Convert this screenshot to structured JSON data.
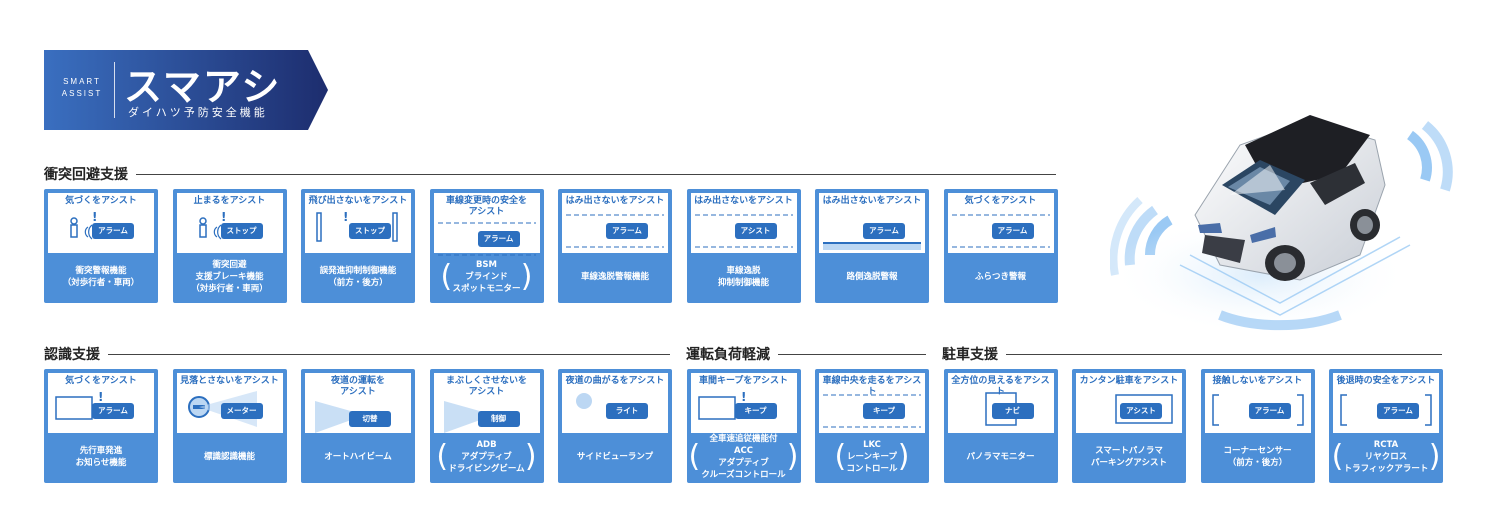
{
  "banner": {
    "smart_line1": "SMART",
    "smart_line2": "ASSIST",
    "title": "スマアシ",
    "subtitle": "ダイハツ予防安全機能"
  },
  "sections": {
    "collision": "衝突回避支援",
    "recognition": "認識支援",
    "driving": "運転負荷軽減",
    "parking": "駐車支援"
  },
  "cards_row1": [
    {
      "head": "気づくをアシスト",
      "tag": "アラーム",
      "lines": [
        "衝突警報機能",
        "（対歩行者・車両）"
      ]
    },
    {
      "head": "止まるをアシスト",
      "tag": "ストップ",
      "lines": [
        "衝突回避",
        "支援ブレーキ機能",
        "（対歩行者・車両）"
      ]
    },
    {
      "head": "飛び出さないをアシスト",
      "tag": "ストップ",
      "lines": [
        "誤発進抑制制御機能",
        "（前方・後方）"
      ]
    },
    {
      "head": "車線変更時の安全を",
      "head2": "アシスト",
      "tag": "アラーム",
      "lines": [
        "BSM",
        "ブラインド",
        "スポットモニター"
      ]
    },
    {
      "head": "はみ出さないをアシスト",
      "tag": "アラーム",
      "lines": [
        "車線逸脱警報機能"
      ]
    },
    {
      "head": "はみ出さないをアシスト",
      "tag": "アシスト",
      "lines": [
        "車線逸脱",
        "抑制制御機能"
      ]
    },
    {
      "head": "はみ出さないをアシスト",
      "tag": "アラーム",
      "lines": [
        "路側逸脱警報"
      ]
    },
    {
      "head": "気づくをアシスト",
      "tag": "アラーム",
      "lines": [
        "ふらつき警報"
      ]
    }
  ],
  "cards_row2": [
    {
      "head": "気づくをアシスト",
      "tag": "アラーム",
      "lines": [
        "先行車発進",
        "お知らせ機能"
      ]
    },
    {
      "head": "見落とさないをアシスト",
      "tag": "メーター",
      "lines": [
        "標識認識機能"
      ]
    },
    {
      "head": "夜道の運転を",
      "head2": "アシスト",
      "tag": "切替",
      "lines": [
        "オートハイビーム"
      ]
    },
    {
      "head": "まぶしくさせないを",
      "head2": "アシスト",
      "tag": "制御",
      "lines": [
        "ADB",
        "アダプティブ",
        "ドライビングビーム"
      ]
    },
    {
      "head": "夜道の曲がるをアシスト",
      "tag": "ライト",
      "lines": [
        "サイドビューランプ"
      ]
    },
    {
      "head": "車間キープをアシスト",
      "tag": "キープ",
      "lines": [
        "全車速追従機能付ACC",
        "アダプティブ",
        "クルーズコントロール"
      ]
    },
    {
      "head": "車線中央を走るをアシスト",
      "tag": "キープ",
      "lines": [
        "LKC",
        "レーンキープ",
        "コントロール"
      ]
    },
    {
      "head": "全方位の見えるをアシスト",
      "tag": "ナビ",
      "lines": [
        "パノラマモニター"
      ]
    },
    {
      "head": "カンタン駐車をアシスト",
      "tag": "アシスト",
      "lines": [
        "スマートパノラマ",
        "パーキングアシスト"
      ]
    },
    {
      "head": "接触しないをアシスト",
      "tag": "アラーム",
      "lines": [
        "コーナーセンサー",
        "（前方・後方）"
      ]
    },
    {
      "head": "後退時の安全をアシスト",
      "tag": "アラーム",
      "lines": [
        "RCTA",
        "リヤクロス",
        "トラフィックアラート"
      ]
    }
  ]
}
